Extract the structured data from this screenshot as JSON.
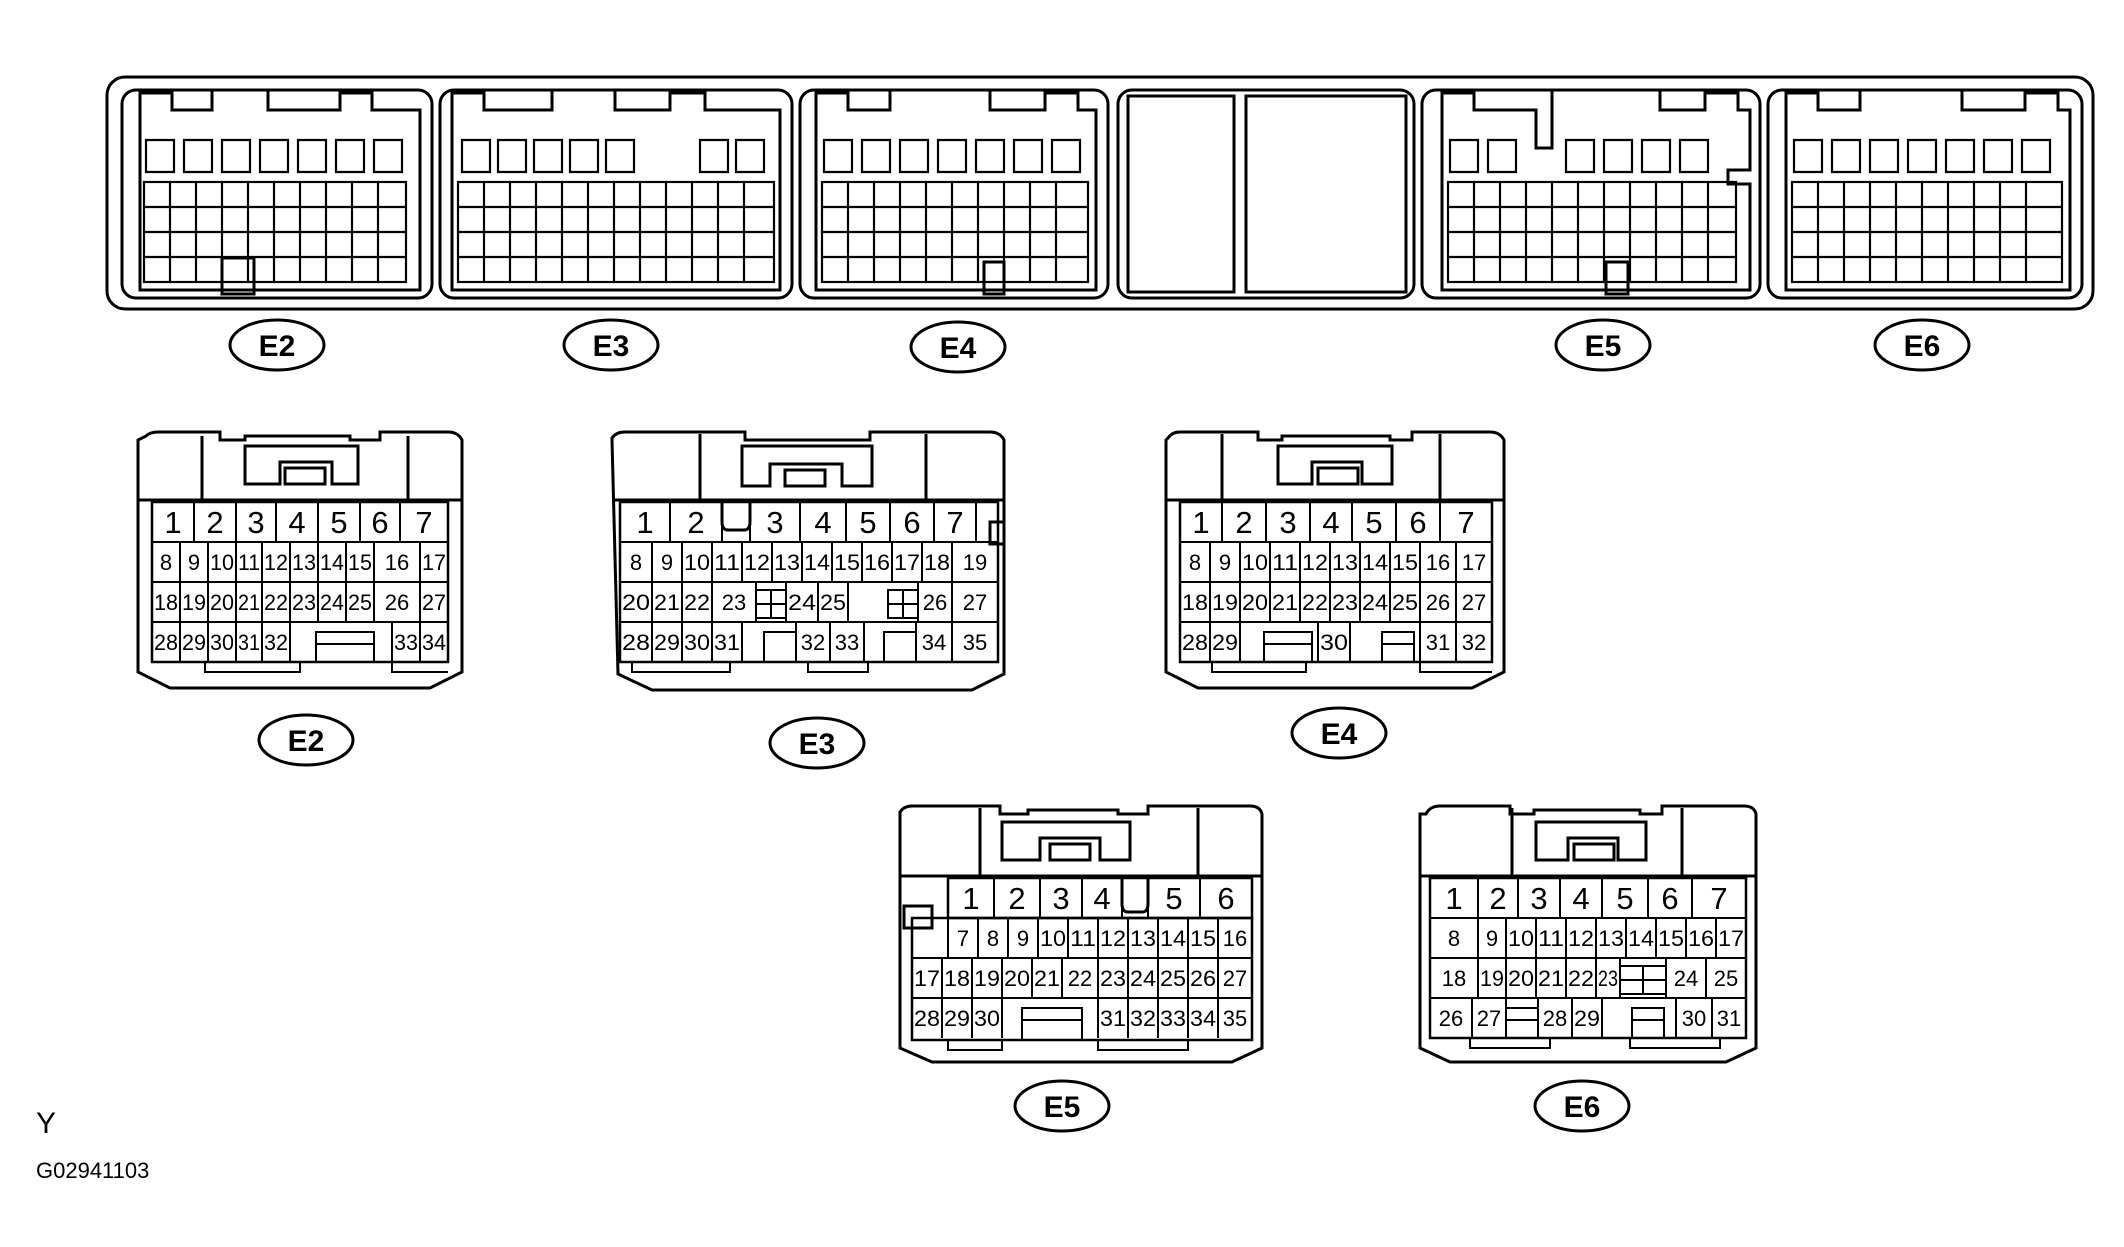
{
  "ecu": {
    "labels": [
      "E2",
      "E3",
      "E4",
      "E5",
      "E6"
    ]
  },
  "connectors": [
    {
      "id": "E2",
      "label": "E2",
      "rows": [
        [
          "1",
          "2",
          "3",
          "4",
          "5",
          "6",
          "7"
        ],
        [
          "8",
          "9",
          "10",
          "11",
          "12",
          "13",
          "14",
          "15",
          "16",
          "17"
        ],
        [
          "18",
          "19",
          "20",
          "21",
          "22",
          "23",
          "24",
          "25",
          "26",
          "27"
        ],
        [
          "28",
          "29",
          "30",
          "31",
          "32",
          "33",
          "34"
        ]
      ]
    },
    {
      "id": "E3",
      "label": "E3",
      "rows": [
        [
          "1",
          "2",
          "3",
          "4",
          "5",
          "6",
          "7"
        ],
        [
          "8",
          "9",
          "10",
          "11",
          "12",
          "13",
          "14",
          "15",
          "16",
          "17",
          "18",
          "19"
        ],
        [
          "20",
          "21",
          "22",
          "23",
          "24",
          "25",
          "26",
          "27"
        ],
        [
          "28",
          "29",
          "30",
          "31",
          "32",
          "33",
          "34",
          "35"
        ]
      ]
    },
    {
      "id": "E4",
      "label": "E4",
      "rows": [
        [
          "1",
          "2",
          "3",
          "4",
          "5",
          "6",
          "7"
        ],
        [
          "8",
          "9",
          "10",
          "11",
          "12",
          "13",
          "14",
          "15",
          "16",
          "17"
        ],
        [
          "18",
          "19",
          "20",
          "21",
          "22",
          "23",
          "24",
          "25",
          "26",
          "27"
        ],
        [
          "28",
          "29",
          "30",
          "31",
          "32"
        ]
      ]
    },
    {
      "id": "E5",
      "label": "E5",
      "rows": [
        [
          "1",
          "2",
          "3",
          "4",
          "5",
          "6"
        ],
        [
          "7",
          "8",
          "9",
          "10",
          "11",
          "12",
          "13",
          "14",
          "15",
          "16"
        ],
        [
          "17",
          "18",
          "19",
          "20",
          "21",
          "22",
          "23",
          "24",
          "25",
          "26",
          "27"
        ],
        [
          "28",
          "29",
          "30",
          "31",
          "32",
          "33",
          "34",
          "35"
        ]
      ]
    },
    {
      "id": "E6",
      "label": "E6",
      "rows": [
        [
          "1",
          "2",
          "3",
          "4",
          "5",
          "6",
          "7"
        ],
        [
          "8",
          "9",
          "10",
          "11",
          "12",
          "13",
          "14",
          "15",
          "16",
          "17"
        ],
        [
          "18",
          "19",
          "20",
          "21",
          "22",
          "23",
          "24",
          "25"
        ],
        [
          "26",
          "27",
          "28",
          "29",
          "30",
          "31"
        ]
      ]
    }
  ],
  "footer": {
    "letter": "Y",
    "code": "G02941103"
  }
}
